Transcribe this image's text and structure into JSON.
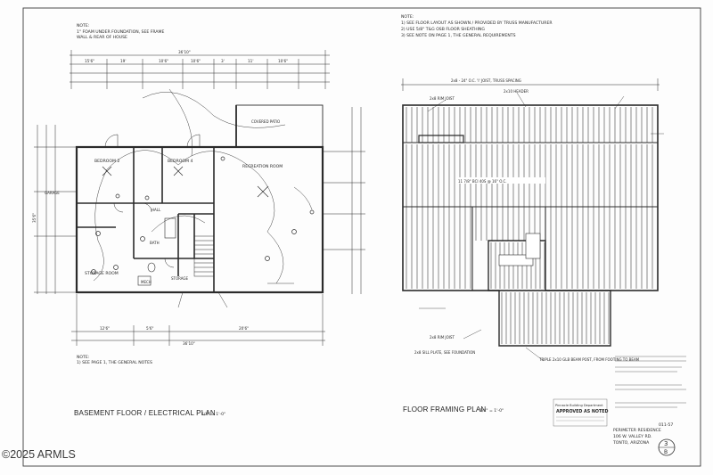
{
  "left_notes": {
    "label": "NOTE:",
    "line1": "1\" FOAM UNDER FOUNDATION, SEE FRAME",
    "line2": "WALL & REAR OF HOUSE"
  },
  "right_notes": {
    "label": "NOTE:",
    "items": [
      "1) SEE FLOOR LAYOUT AS SHOWN / PROVIDED BY TRUSS MANUFACTURER",
      "2) USE 5/8\" T&G OSB FLOOR SHEATHING",
      "3) SEE NOTE ON PAGE 1, THE GENERAL REQUIREMENTS"
    ]
  },
  "basement_notes": {
    "label": "NOTE:",
    "line": "1) SEE PAGE 1, THE GENERAL NOTES"
  },
  "dimensions": {
    "top": [
      "15'6\"",
      "19'",
      "10'6\"",
      "10'6\"",
      "3'",
      "11'",
      "10'6\""
    ],
    "total": "36'10\"",
    "side": "35'6\"",
    "bottom": [
      "12'6\"",
      "5'6\"",
      "20'6\""
    ],
    "bottom_total": "36'10\""
  },
  "rooms": {
    "bedroom2": "BEDROOM 2",
    "bedroom4": "BEDROOM 4",
    "recreation": "RECREATION ROOM",
    "storage": "STORAGE ROOM",
    "bath": "BATH",
    "hall": "HALL",
    "storage2": "STORAGE",
    "mech": "MECH",
    "covered_patio": "COVERED PATIO",
    "garage": "GARAGE"
  },
  "framing_labels": {
    "top_note": "2x8 - 24\" O.C. 'I' JOIST, TRUSS SPACING",
    "header": "2x10 HEADER",
    "rim": "2x8 RIM JOIST",
    "beam": "TRIPLE 2x10 GLB BEAM POST, FROM FOOTING TO BEAM",
    "center_label": "11 7/8\" BCI 40S @ 16\" O.C.",
    "bottom_note": "2x8 SILL PLATE, SEE FOUNDATION"
  },
  "titles": {
    "basement": "BASEMENT FLOOR / ELECTRICAL PLAN",
    "basement_scale": "1/4\" = 1'-0\"",
    "framing": "FLOOR FRAMING PLAN",
    "framing_scale": "1/4\" = 1'-0\""
  },
  "stamp": {
    "line1": "Pinnacle Building Department",
    "line2": "APPROVED AS NOTED"
  },
  "title_block": {
    "line1": "PERIMETER RESIDENCE",
    "line2": "106 W. VALLEY RD.",
    "line3": "TONTO, ARIZONA",
    "sheet_code": "3",
    "sheet_sub": "B",
    "sheet_ref": "011-57"
  },
  "watermark": "©2025 ARMLS"
}
